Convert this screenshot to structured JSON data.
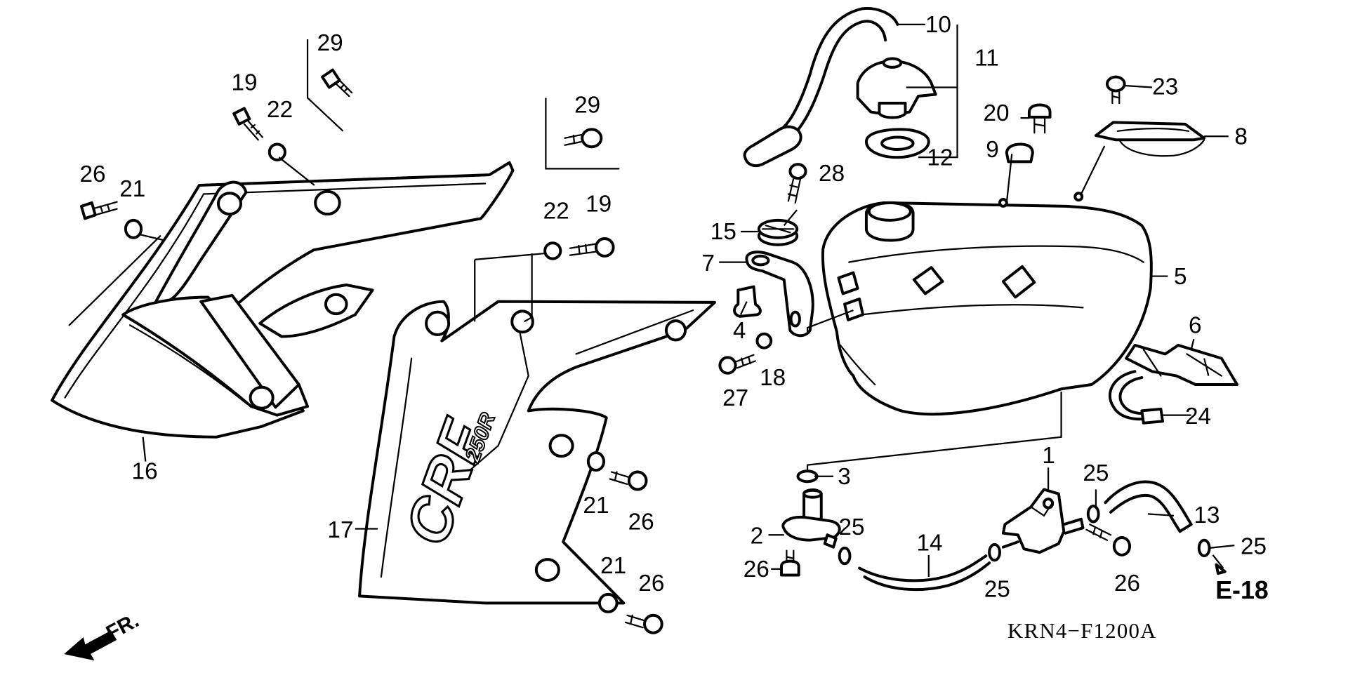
{
  "diagram": {
    "drawing_code": "KRN4−F1200A",
    "reference": "E-18",
    "front_label": "FR.",
    "decal_large": "CRF",
    "decal_small": "250R",
    "callouts": [
      {
        "id": "c1",
        "label": "1"
      },
      {
        "id": "c2",
        "label": "2"
      },
      {
        "id": "c3",
        "label": "3"
      },
      {
        "id": "c4",
        "label": "4"
      },
      {
        "id": "c5",
        "label": "5"
      },
      {
        "id": "c6",
        "label": "6"
      },
      {
        "id": "c7",
        "label": "7"
      },
      {
        "id": "c8",
        "label": "8"
      },
      {
        "id": "c9",
        "label": "9"
      },
      {
        "id": "c10",
        "label": "10"
      },
      {
        "id": "c11",
        "label": "11"
      },
      {
        "id": "c12",
        "label": "12"
      },
      {
        "id": "c13",
        "label": "13"
      },
      {
        "id": "c14",
        "label": "14"
      },
      {
        "id": "c15",
        "label": "15"
      },
      {
        "id": "c16",
        "label": "16"
      },
      {
        "id": "c17",
        "label": "17"
      },
      {
        "id": "c18",
        "label": "18"
      },
      {
        "id": "c19a",
        "label": "19"
      },
      {
        "id": "c19b",
        "label": "19"
      },
      {
        "id": "c20",
        "label": "20"
      },
      {
        "id": "c21a",
        "label": "21"
      },
      {
        "id": "c21b",
        "label": "21"
      },
      {
        "id": "c21c",
        "label": "21"
      },
      {
        "id": "c22a",
        "label": "22"
      },
      {
        "id": "c22b",
        "label": "22"
      },
      {
        "id": "c23",
        "label": "23"
      },
      {
        "id": "c24",
        "label": "24"
      },
      {
        "id": "c25a",
        "label": "25"
      },
      {
        "id": "c25b",
        "label": "25"
      },
      {
        "id": "c25c",
        "label": "25"
      },
      {
        "id": "c25d",
        "label": "25"
      },
      {
        "id": "c26a",
        "label": "26"
      },
      {
        "id": "c26b",
        "label": "26"
      },
      {
        "id": "c26c",
        "label": "26"
      },
      {
        "id": "c26d",
        "label": "26"
      },
      {
        "id": "c26e",
        "label": "26"
      },
      {
        "id": "c27",
        "label": "27"
      },
      {
        "id": "c28",
        "label": "28"
      },
      {
        "id": "c29a",
        "label": "29"
      },
      {
        "id": "c29b",
        "label": "29"
      }
    ]
  }
}
